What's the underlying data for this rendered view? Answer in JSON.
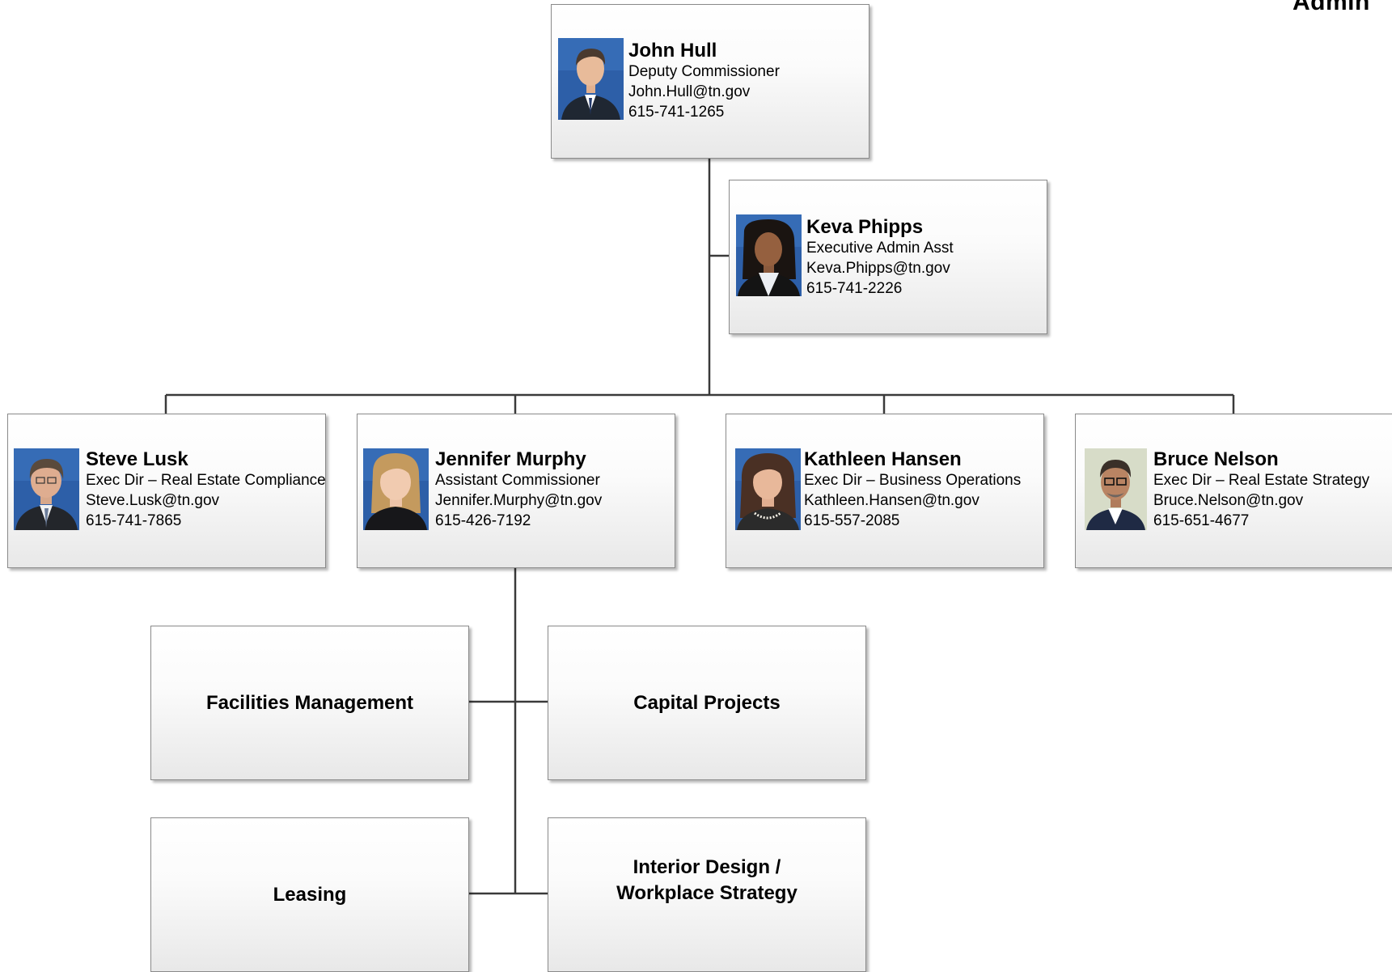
{
  "heading": "Admin",
  "people": {
    "john_hull": {
      "name": "John Hull",
      "title": "Deputy Commissioner",
      "email": "John.Hull@tn.gov",
      "phone": "615-741-1265"
    },
    "keva_phipps": {
      "name": "Keva Phipps",
      "title": "Executive Admin Asst",
      "email": "Keva.Phipps@tn.gov",
      "phone": "615-741-2226"
    },
    "steve_lusk": {
      "name": "Steve Lusk",
      "title": "Exec Dir – Real Estate Compliance",
      "email": "Steve.Lusk@tn.gov",
      "phone": "615-741-7865"
    },
    "jennifer_murphy": {
      "name": "Jennifer Murphy",
      "title": "Assistant Commissioner",
      "email": "Jennifer.Murphy@tn.gov",
      "phone": "615-426-7192"
    },
    "kathleen_hansen": {
      "name": "Kathleen Hansen",
      "title": "Exec Dir – Business Operations",
      "email": "Kathleen.Hansen@tn.gov",
      "phone": "615-557-2085"
    },
    "bruce_nelson": {
      "name": "Bruce Nelson",
      "title": "Exec Dir – Real Estate Strategy",
      "email": "Bruce.Nelson@tn.gov",
      "phone": "615-651-4677"
    }
  },
  "units": {
    "facilities_management": "Facilities Management",
    "capital_projects": "Capital Projects",
    "leasing": "Leasing",
    "interior_design": "Interior Design /\nWorkplace Strategy"
  },
  "colors": {
    "connector": "#3a3a3a",
    "box_border": "#8a8a8a",
    "photo_background": "#2d5fa8"
  }
}
